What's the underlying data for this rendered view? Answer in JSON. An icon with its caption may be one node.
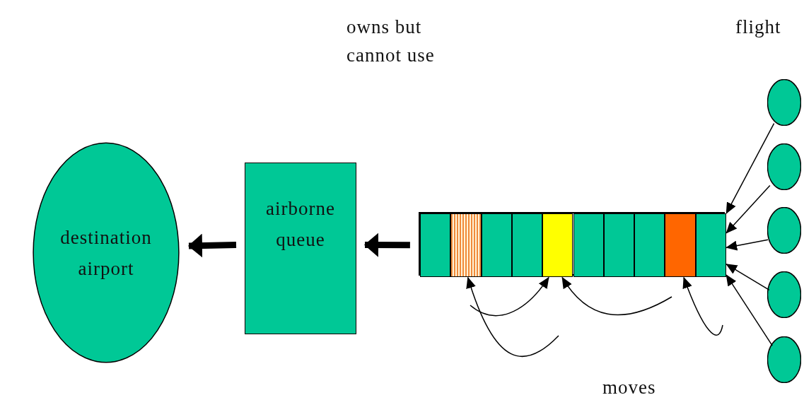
{
  "diagram": {
    "nodes": [
      {
        "text": [
          "destination airport"
        ]
      },
      {
        "text": [
          "airborne queue"
        ]
      },
      {
        "text": [],
        "shape": "bar"
      },
      {
        "text": [],
        "shape": "box",
        "in": 2
      },
      {
        "text": [],
        "shape": "box",
        "in": 2
      },
      {
        "text": [],
        "shape": "box",
        "in": 2
      },
      {
        "text": [],
        "shape": "box",
        "in": 2
      },
      {
        "text": [],
        "shape": "box",
        "in": 2
      },
      {
        "text": [],
        "shape": "box",
        "in": 2
      },
      {
        "text": [],
        "shape": "box",
        "in": 2
      },
      {
        "text": [],
        "shape": "box",
        "in": 2
      },
      {
        "text": [],
        "shape": "box",
        "in": 2
      },
      {
        "text": [],
        "shape": "box",
        "in": 2
      },
      {
        "text": [],
        "shape": "circle"
      },
      {
        "text": [],
        "shape": "circle"
      },
      {
        "text": [],
        "shape": "circle"
      },
      {
        "text": [],
        "shape": "circle"
      },
      {
        "text": [],
        "shape": "circle"
      }
    ],
    "edges": [
      {
        "from": 2,
        "to": 1,
        "arrow": "to",
        "style": "thick"
      },
      {
        "from": 1,
        "to": 0,
        "arrow": "to",
        "style": "thick"
      },
      {
        "from": 13,
        "to": 2,
        "arrow": "to"
      },
      {
        "from": 14,
        "to": 2,
        "arrow": "to"
      },
      {
        "from": 15,
        "to": 2,
        "arrow": "to"
      },
      {
        "from": 16,
        "to": 2,
        "arrow": "to"
      },
      {
        "from": 17,
        "to": 2,
        "arrow": "to"
      },
      {
        "from": null,
        "to": 11,
        "arrow": "to"
      },
      {
        "from": null,
        "to": 7,
        "arrow": "to"
      },
      {
        "from": null,
        "to": 7,
        "arrow": "to"
      },
      {
        "from": null,
        "to": 4,
        "arrow": "to"
      }
    ],
    "labels": [
      "owns but cannot use",
      "flight",
      "moves"
    ]
  }
}
